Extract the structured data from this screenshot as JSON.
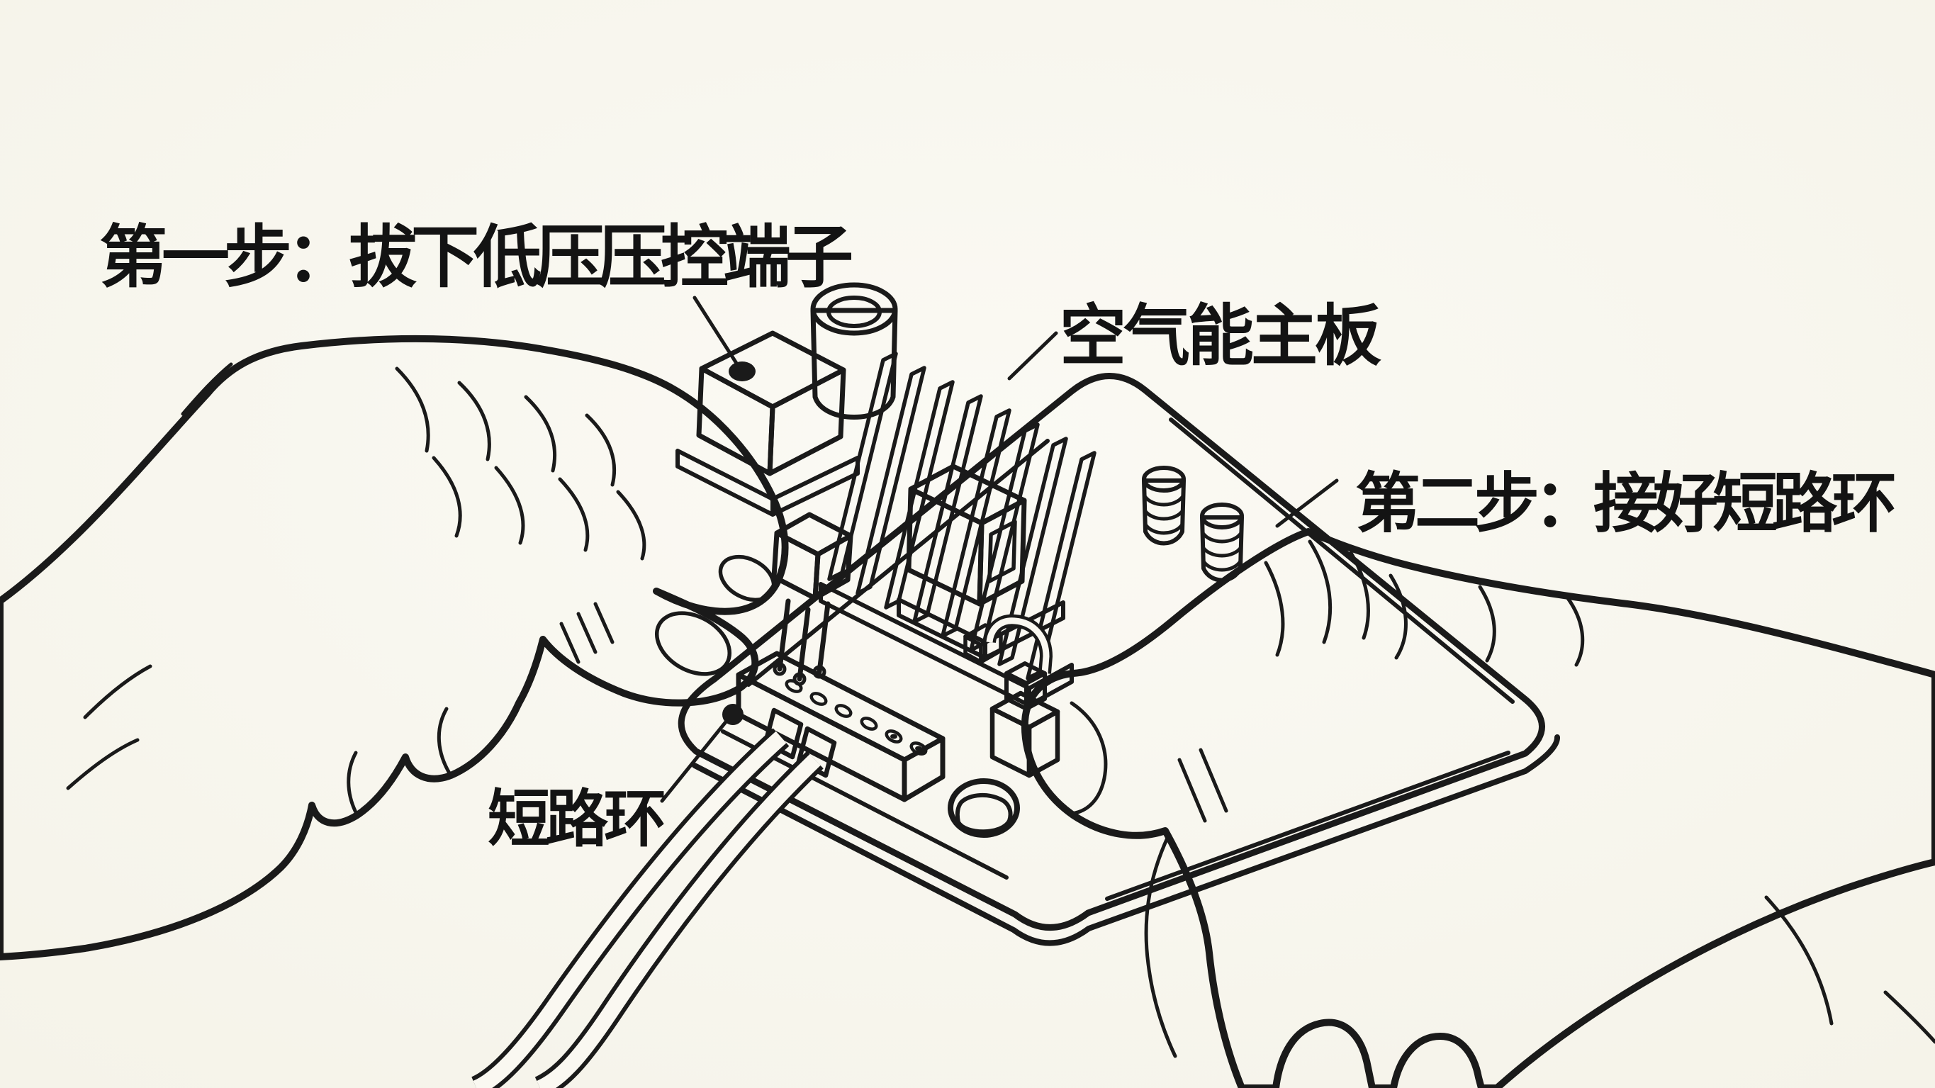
{
  "labels": {
    "step1": "第一步：拔下低压压控端子",
    "board": "空气能主板",
    "step2": "第二步：接好短路环",
    "short_ring": "短路环"
  },
  "colors": {
    "ink": "#1a1a1a",
    "paper": "#f9f7f0"
  },
  "components": [
    "main-board",
    "pressure-terminal-block",
    "capacitor",
    "heatsink",
    "relay",
    "inductor-coils",
    "pin-header",
    "wire-lugs",
    "wires",
    "short-circuit-ring",
    "mounting-hole",
    "left-hand",
    "right-hand"
  ]
}
